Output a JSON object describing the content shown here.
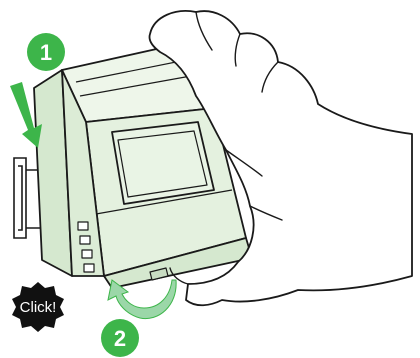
{
  "steps": [
    {
      "number": "1"
    },
    {
      "number": "2"
    }
  ],
  "click_label": "Click!",
  "colors": {
    "accent_green": "#3db54a",
    "device_fill": "#e4f1df",
    "device_stroke": "#1a1a1a",
    "arrow_light_green": "#9bd7a8",
    "starburst": "#111111"
  },
  "icons": {
    "step_arrow": "down-arrow-icon",
    "rotate_arrow": "curved-arrow-icon",
    "click_burst": "starburst-icon"
  }
}
